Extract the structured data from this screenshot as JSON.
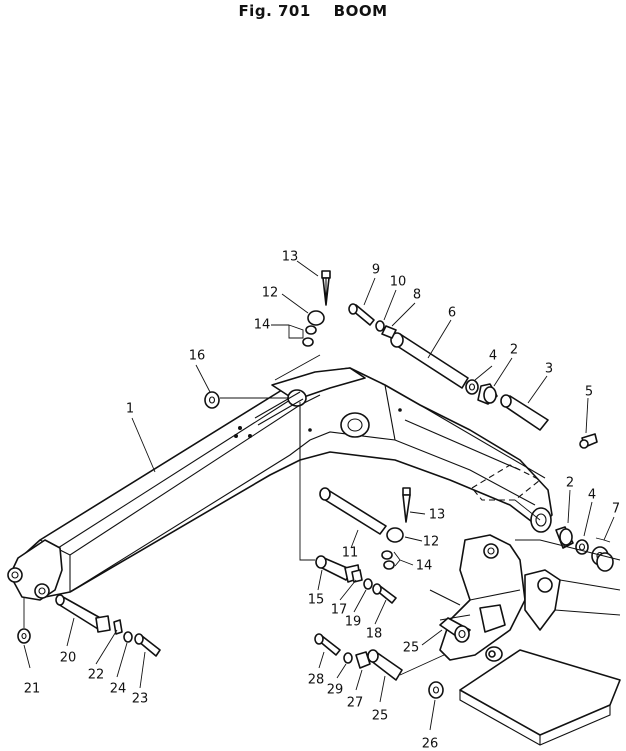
{
  "figure": {
    "title": "Fig. 701    BOOM"
  },
  "callouts": [
    {
      "id": "c1",
      "label": "1"
    },
    {
      "id": "c2a",
      "label": "2"
    },
    {
      "id": "c2b",
      "label": "2"
    },
    {
      "id": "c3",
      "label": "3"
    },
    {
      "id": "c4a",
      "label": "4"
    },
    {
      "id": "c4b",
      "label": "4"
    },
    {
      "id": "c5",
      "label": "5"
    },
    {
      "id": "c6",
      "label": "6"
    },
    {
      "id": "c7",
      "label": "7"
    },
    {
      "id": "c8",
      "label": "8"
    },
    {
      "id": "c9",
      "label": "9"
    },
    {
      "id": "c10",
      "label": "10"
    },
    {
      "id": "c11",
      "label": "11"
    },
    {
      "id": "c12a",
      "label": "12"
    },
    {
      "id": "c12b",
      "label": "12"
    },
    {
      "id": "c13a",
      "label": "13"
    },
    {
      "id": "c13b",
      "label": "13"
    },
    {
      "id": "c14a",
      "label": "14"
    },
    {
      "id": "c14b",
      "label": "14"
    },
    {
      "id": "c15",
      "label": "15"
    },
    {
      "id": "c16",
      "label": "16"
    },
    {
      "id": "c17",
      "label": "17"
    },
    {
      "id": "c18",
      "label": "18"
    },
    {
      "id": "c19",
      "label": "19"
    },
    {
      "id": "c20",
      "label": "20"
    },
    {
      "id": "c21",
      "label": "21"
    },
    {
      "id": "c22",
      "label": "22"
    },
    {
      "id": "c23",
      "label": "23"
    },
    {
      "id": "c24",
      "label": "24"
    },
    {
      "id": "c25a",
      "label": "25"
    },
    {
      "id": "c25b",
      "label": "25"
    },
    {
      "id": "c26",
      "label": "26"
    },
    {
      "id": "c27",
      "label": "27"
    },
    {
      "id": "c28",
      "label": "28"
    },
    {
      "id": "c29",
      "label": "29"
    }
  ]
}
